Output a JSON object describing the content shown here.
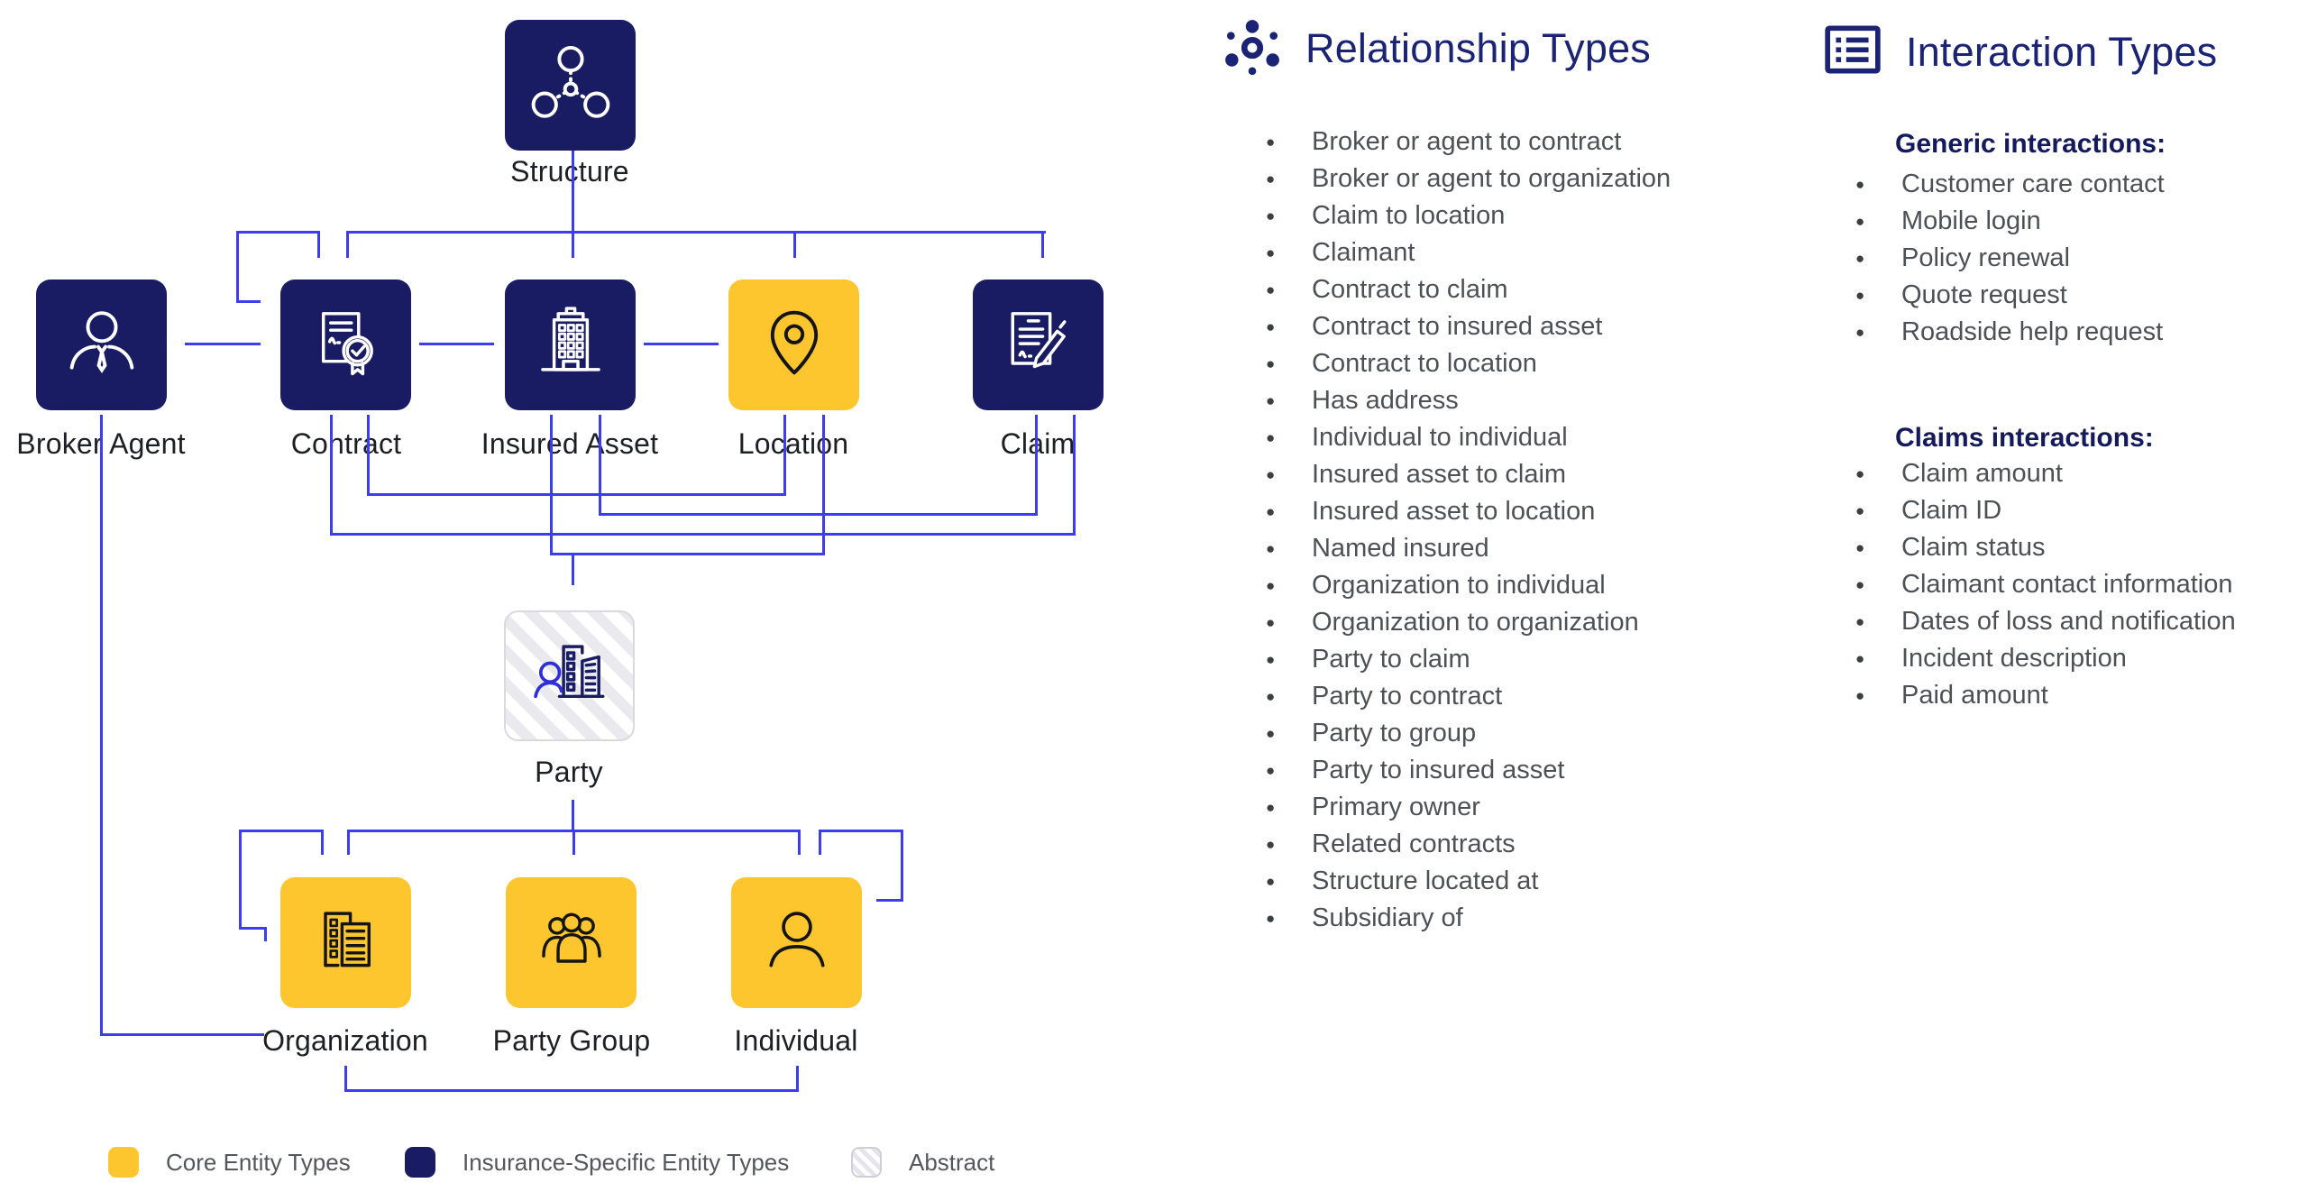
{
  "diagram": {
    "entities": [
      {
        "id": "structure",
        "label": "Structure",
        "type": "insurance"
      },
      {
        "id": "broker_agent",
        "label": "Broker Agent",
        "type": "insurance"
      },
      {
        "id": "contract",
        "label": "Contract",
        "type": "insurance"
      },
      {
        "id": "insured_asset",
        "label": "Insured Asset",
        "type": "insurance"
      },
      {
        "id": "location",
        "label": "Location",
        "type": "core"
      },
      {
        "id": "claim",
        "label": "Claim",
        "type": "insurance"
      },
      {
        "id": "party",
        "label": "Party",
        "type": "abstract"
      },
      {
        "id": "organization",
        "label": "Organization",
        "type": "core"
      },
      {
        "id": "party_group",
        "label": "Party Group",
        "type": "core"
      },
      {
        "id": "individual",
        "label": "Individual",
        "type": "core"
      }
    ],
    "legend": [
      {
        "label": "Core Entity Types",
        "swatch": "core"
      },
      {
        "label": "Insurance-Specific Entity Types",
        "swatch": "insurance"
      },
      {
        "label": "Abstract",
        "swatch": "abstract"
      }
    ],
    "icons": {
      "structure": "network-nodes-icon",
      "broker_agent": "person-tie-icon",
      "contract": "certificate-icon",
      "insured_asset": "building-icon",
      "location": "map-pin-icon",
      "claim": "document-pen-icon",
      "party": "person-buildings-icon",
      "organization": "building-document-icon",
      "party_group": "people-group-icon",
      "individual": "person-icon"
    }
  },
  "relationship_types": {
    "title": "Relationship Types",
    "icon": "molecule-icon",
    "items": [
      "Broker or agent to contract",
      "Broker or agent to organization",
      "Claim to location",
      "Claimant",
      "Contract to claim",
      "Contract to insured asset",
      "Contract to location",
      "Has address",
      "Individual to individual",
      "Insured asset to claim",
      "Insured asset to location",
      "Named insured",
      "Organization to individual",
      "Organization to organization",
      "Party to claim",
      "Party to contract",
      "Party to group",
      "Party to insured asset",
      "Primary owner",
      "Related contracts",
      "Structure located at",
      "Subsidiary of"
    ]
  },
  "interaction_types": {
    "title": "Interaction Types",
    "icon": "list-icon",
    "sections": [
      {
        "heading": "Generic interactions:",
        "items": [
          "Customer care contact",
          "Mobile login",
          "Policy renewal",
          "Quote request",
          "Roadside help request"
        ]
      },
      {
        "heading": "Claims interactions:",
        "items": [
          "Claim amount",
          "Claim ID",
          "Claim status",
          "Claimant contact information",
          "Dates of loss and notification",
          "Incident description",
          "Paid amount"
        ]
      }
    ]
  },
  "colors": {
    "core_yellow": "#FEC62E",
    "insurance_navy": "#191C63",
    "connector_blue": "#3C3CF0",
    "heading_navy": "#1B2374",
    "body_text": "#4D5156"
  }
}
